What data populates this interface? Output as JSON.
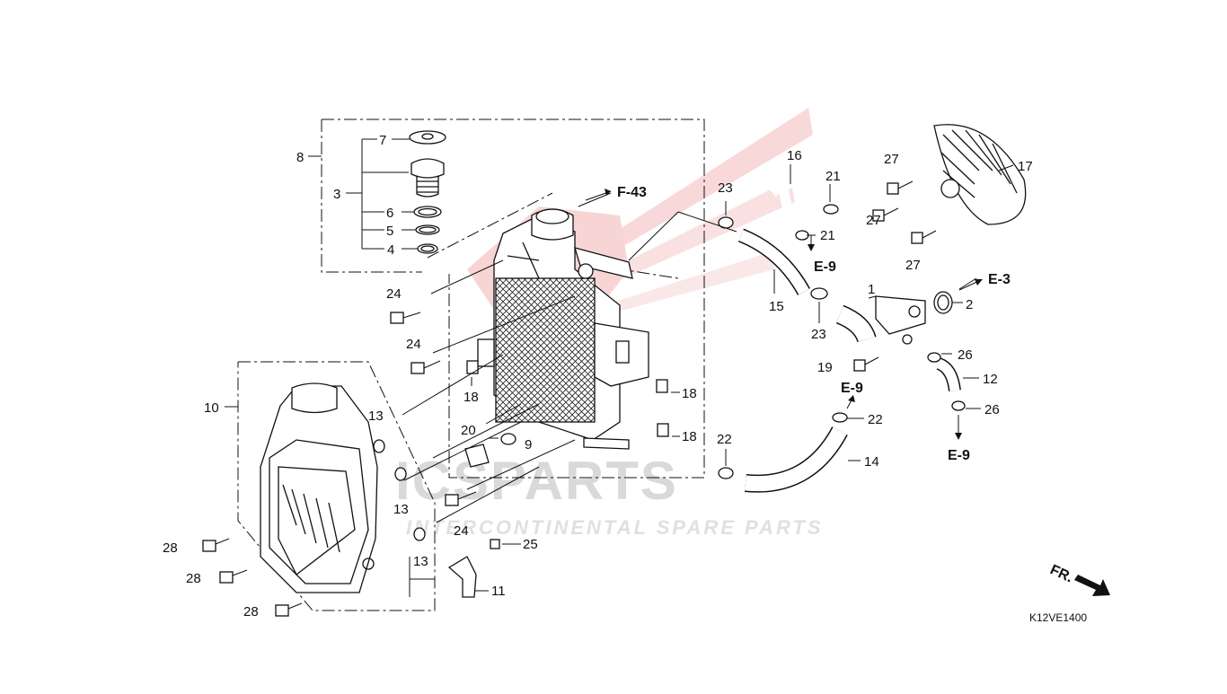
{
  "watermark": {
    "brand": "ICSPARTS",
    "tagline": "INTERCONTINENTAL SPARE PARTS",
    "logo": "wing-logo"
  },
  "diagram_code": "K12VE1400",
  "front_indicator": "FR.",
  "references": {
    "f43": "F-43",
    "e9_a": "E-9",
    "e9_b": "E-9",
    "e9_c": "E-9",
    "e3": "E-3"
  },
  "callouts": {
    "n1": "1",
    "n2": "2",
    "n3": "3",
    "n4": "4",
    "n5": "5",
    "n6": "6",
    "n7": "7",
    "n8": "8",
    "n9": "9",
    "n10": "10",
    "n11": "11",
    "n12": "12",
    "n13a": "13",
    "n13b": "13",
    "n13c": "13",
    "n14": "14",
    "n15": "15",
    "n16": "16",
    "n17": "17",
    "n18a": "18",
    "n18b": "18",
    "n18c": "18",
    "n19": "19",
    "n20": "20",
    "n21a": "21",
    "n21b": "21",
    "n22a": "22",
    "n22b": "22",
    "n23a": "23",
    "n23b": "23",
    "n24a": "24",
    "n24b": "24",
    "n24c": "24",
    "n25": "25",
    "n26a": "26",
    "n26b": "26",
    "n27a": "27",
    "n27b": "27",
    "n27c": "27",
    "n28a": "28",
    "n28b": "28",
    "n28c": "28"
  }
}
